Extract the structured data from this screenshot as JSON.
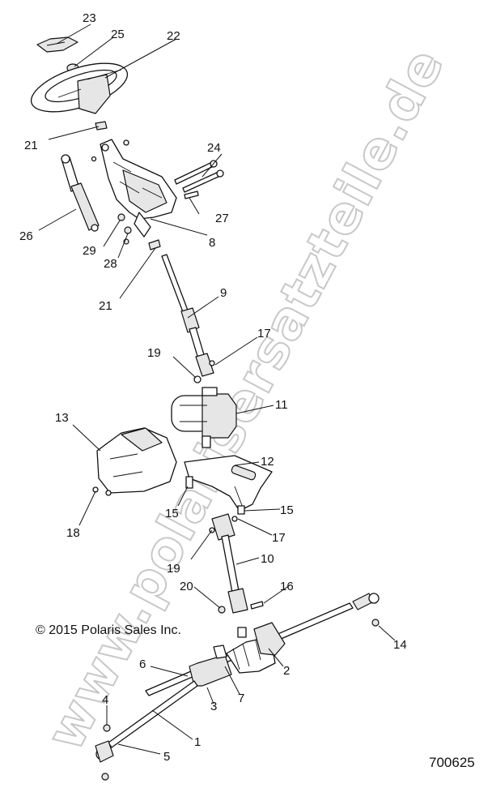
{
  "watermark": "www.polarisersatzteile.de",
  "copyright": "© 2015 Polaris Sales Inc.",
  "diagram_number": "700625",
  "callouts": {
    "c1": "1",
    "c2": "2",
    "c3": "3",
    "c4": "4",
    "c5": "5",
    "c6": "6",
    "c7": "7",
    "c8": "8",
    "c9": "9",
    "c10": "10",
    "c11": "11",
    "c12": "12",
    "c13": "13",
    "c14": "14",
    "c15a": "15",
    "c15b": "15",
    "c16": "16",
    "c17a": "17",
    "c17b": "17",
    "c18": "18",
    "c19a": "19",
    "c19b": "19",
    "c20": "20",
    "c21a": "21",
    "c21b": "21",
    "c22": "22",
    "c23": "23",
    "c24": "24",
    "c25": "25",
    "c26": "26",
    "c27": "27",
    "c28": "28",
    "c29": "29"
  }
}
